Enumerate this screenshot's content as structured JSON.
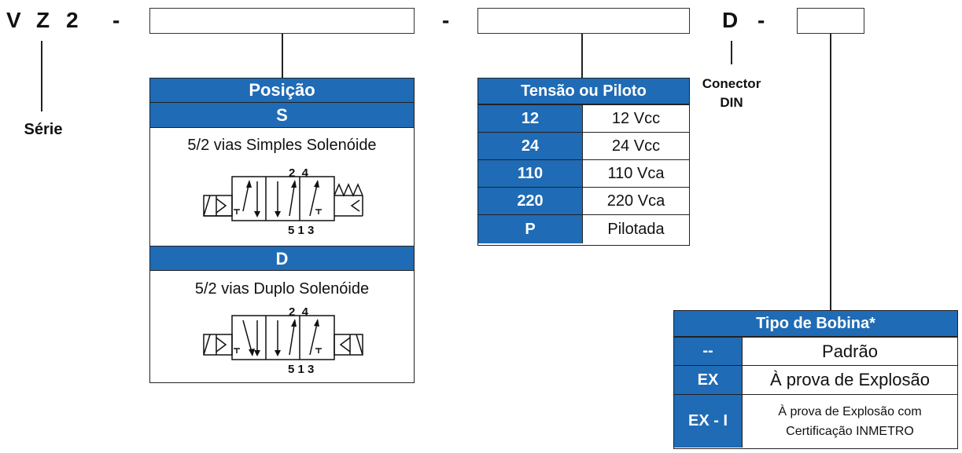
{
  "code": {
    "c1": "V",
    "c2": "Z",
    "c3": "2",
    "dash1": "-",
    "dash2": "-",
    "d": "D",
    "dash3": "-"
  },
  "labels": {
    "serie": "Série",
    "conector_line1": "Conector",
    "conector_line2": "DIN"
  },
  "posicao": {
    "header": "Posição",
    "options": [
      {
        "code": "S",
        "description": "5/2 vias Simples Solenóide",
        "ports_top": "2  4",
        "ports_bottom": "5 1 3"
      },
      {
        "code": "D",
        "description": "5/2 vias Duplo Solenóide",
        "ports_top": "2  4",
        "ports_bottom": "5 1 3"
      }
    ]
  },
  "tensao": {
    "header": "Tensão ou Piloto",
    "rows": [
      {
        "code": "12",
        "value": "12 Vcc"
      },
      {
        "code": "24",
        "value": "24 Vcc"
      },
      {
        "code": "110",
        "value": "110 Vca"
      },
      {
        "code": "220",
        "value": "220 Vca"
      },
      {
        "code": "P",
        "value": "Pilotada"
      }
    ]
  },
  "bobina": {
    "header": "Tipo de Bobina*",
    "rows": [
      {
        "code": "--",
        "value": "Padrão"
      },
      {
        "code": "EX",
        "value": "À prova de Explosão"
      },
      {
        "code": "EX - I",
        "value_line1": "À prova de Explosão com",
        "value_line2": "Certificação INMETRO"
      }
    ]
  },
  "colors": {
    "accent": "#1f6bb5",
    "line": "#222222"
  }
}
